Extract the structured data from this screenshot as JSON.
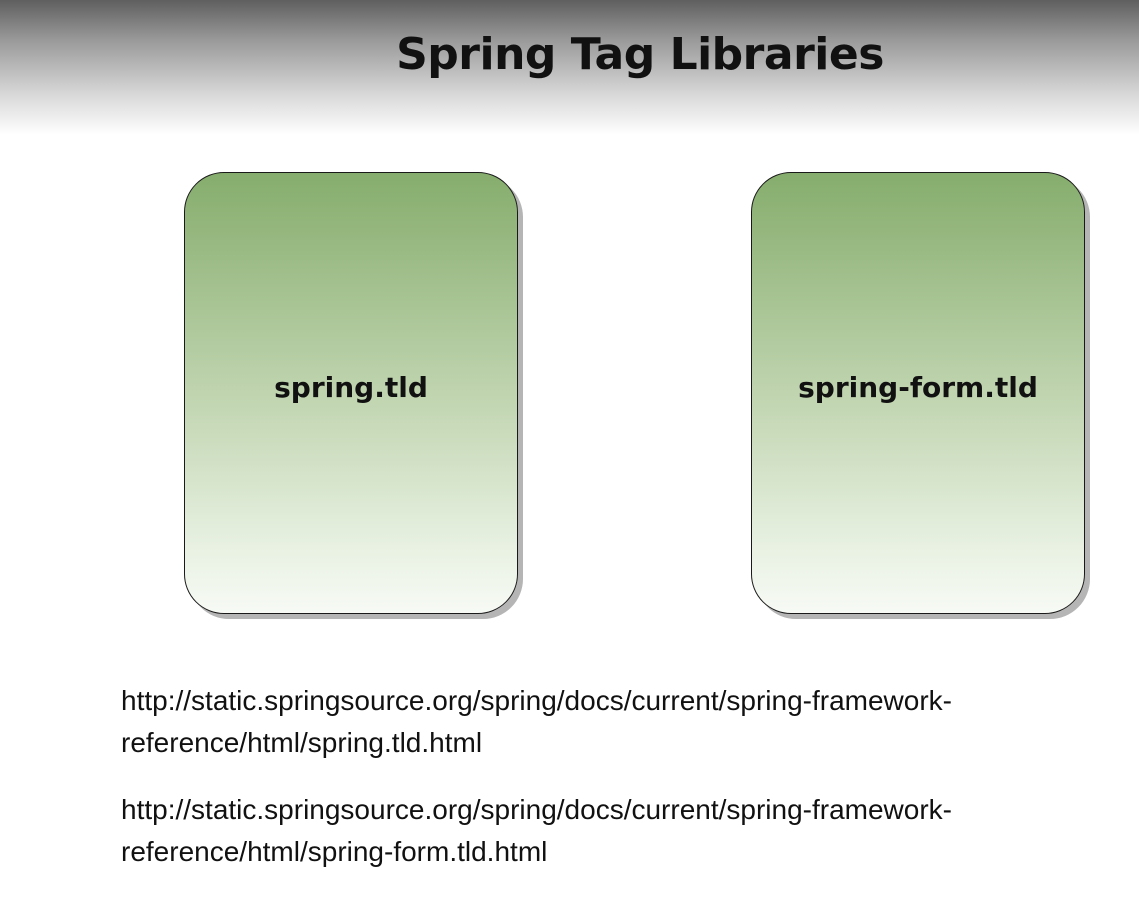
{
  "slide": {
    "title": "Spring Tag Libraries"
  },
  "cards": [
    {
      "label": "spring.tld"
    },
    {
      "label": "spring-form.tld"
    }
  ],
  "links": [
    {
      "line1": "http://static.springsource.org/spring/docs/current/spring-framework-",
      "line2": "reference/html/spring.tld.html"
    },
    {
      "line1": "http://static.springsource.org/spring/docs/current/spring-framework-",
      "line2": "reference/html/spring-form.tld.html"
    }
  ],
  "colors": {
    "card_top": "#86ad6d",
    "card_bottom": "#f7faf5",
    "header_dark": "#5f5f5f"
  }
}
